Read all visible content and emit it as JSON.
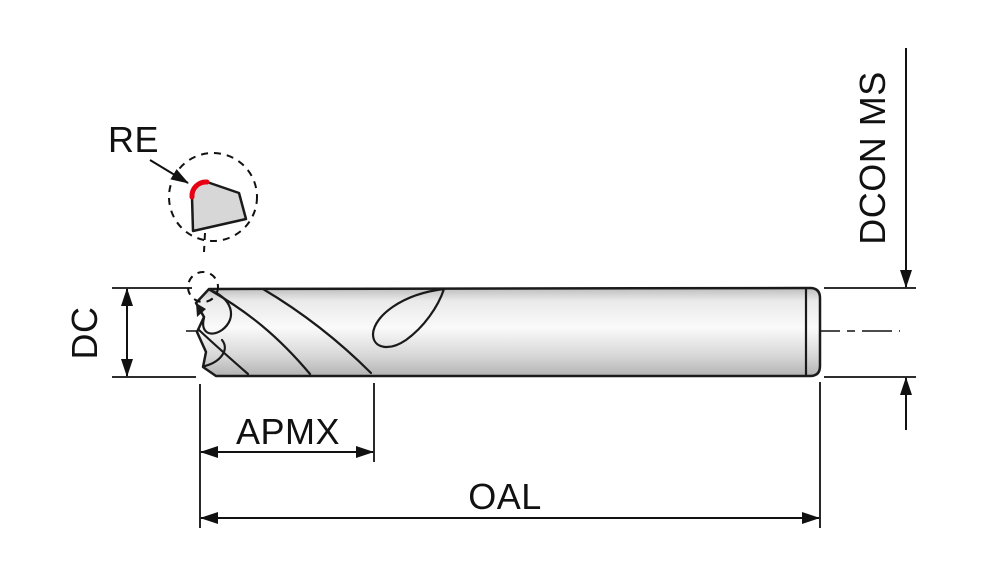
{
  "diagram": {
    "type": "end-mill-dimension-drawing",
    "labels": {
      "corner_radius": "RE",
      "cutting_diameter": "DC",
      "depth_of_cut_max": "APMX",
      "overall_length": "OAL",
      "connection_diameter": "DCON MS"
    },
    "colors": {
      "line": "#1a1a1a",
      "highlight": "#e60012",
      "tool_fill_light": "#f7f7f7",
      "tool_fill_dark": "#bfbfbf",
      "background": "#ffffff"
    }
  }
}
